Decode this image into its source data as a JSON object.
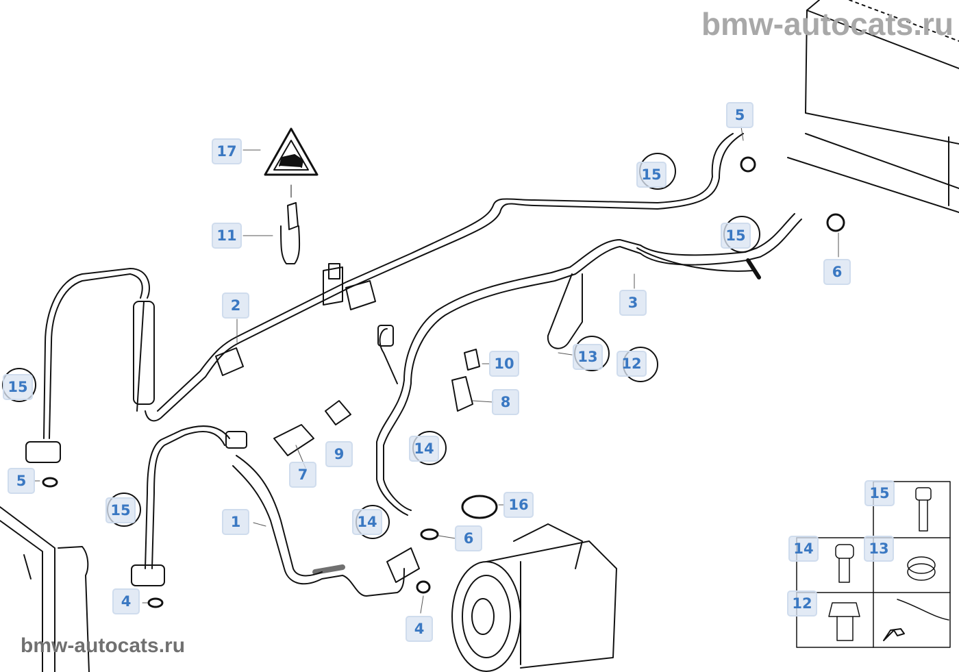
{
  "watermarks": {
    "top": "bmw-autocats.ru",
    "bottom": "bmw-autocats.ru"
  },
  "colors": {
    "callout_text": "#3a78c2",
    "callout_bg": "#dae4f2",
    "line_art": "#111111",
    "watermark": "#a8a8a8"
  },
  "diagram": {
    "subject": "A/C refrigerant lines with compressor",
    "callouts": [
      {
        "id": "c17",
        "label": "17"
      },
      {
        "id": "c11",
        "label": "11"
      },
      {
        "id": "c2",
        "label": "2"
      },
      {
        "id": "c15a",
        "label": "15"
      },
      {
        "id": "c5a",
        "label": "5"
      },
      {
        "id": "c15b",
        "label": "15"
      },
      {
        "id": "c4a",
        "label": "4"
      },
      {
        "id": "c1",
        "label": "1"
      },
      {
        "id": "c7",
        "label": "7"
      },
      {
        "id": "c9",
        "label": "9"
      },
      {
        "id": "c14a",
        "label": "14"
      },
      {
        "id": "c14b",
        "label": "14"
      },
      {
        "id": "c6a",
        "label": "6"
      },
      {
        "id": "c4b",
        "label": "4"
      },
      {
        "id": "c16",
        "label": "16"
      },
      {
        "id": "c10",
        "label": "10"
      },
      {
        "id": "c8",
        "label": "8"
      },
      {
        "id": "c13",
        "label": "13"
      },
      {
        "id": "c12",
        "label": "12"
      },
      {
        "id": "c3",
        "label": "3"
      },
      {
        "id": "c15c",
        "label": "15"
      },
      {
        "id": "c6b",
        "label": "6"
      },
      {
        "id": "c15d",
        "label": "15"
      },
      {
        "id": "c5b",
        "label": "5"
      }
    ],
    "legend_box": {
      "items": [
        {
          "label": "15",
          "part": "bolt-long"
        },
        {
          "label": "14",
          "part": "bolt-short"
        },
        {
          "label": "13",
          "part": "grommet"
        },
        {
          "label": "12",
          "part": "nut"
        }
      ]
    }
  }
}
